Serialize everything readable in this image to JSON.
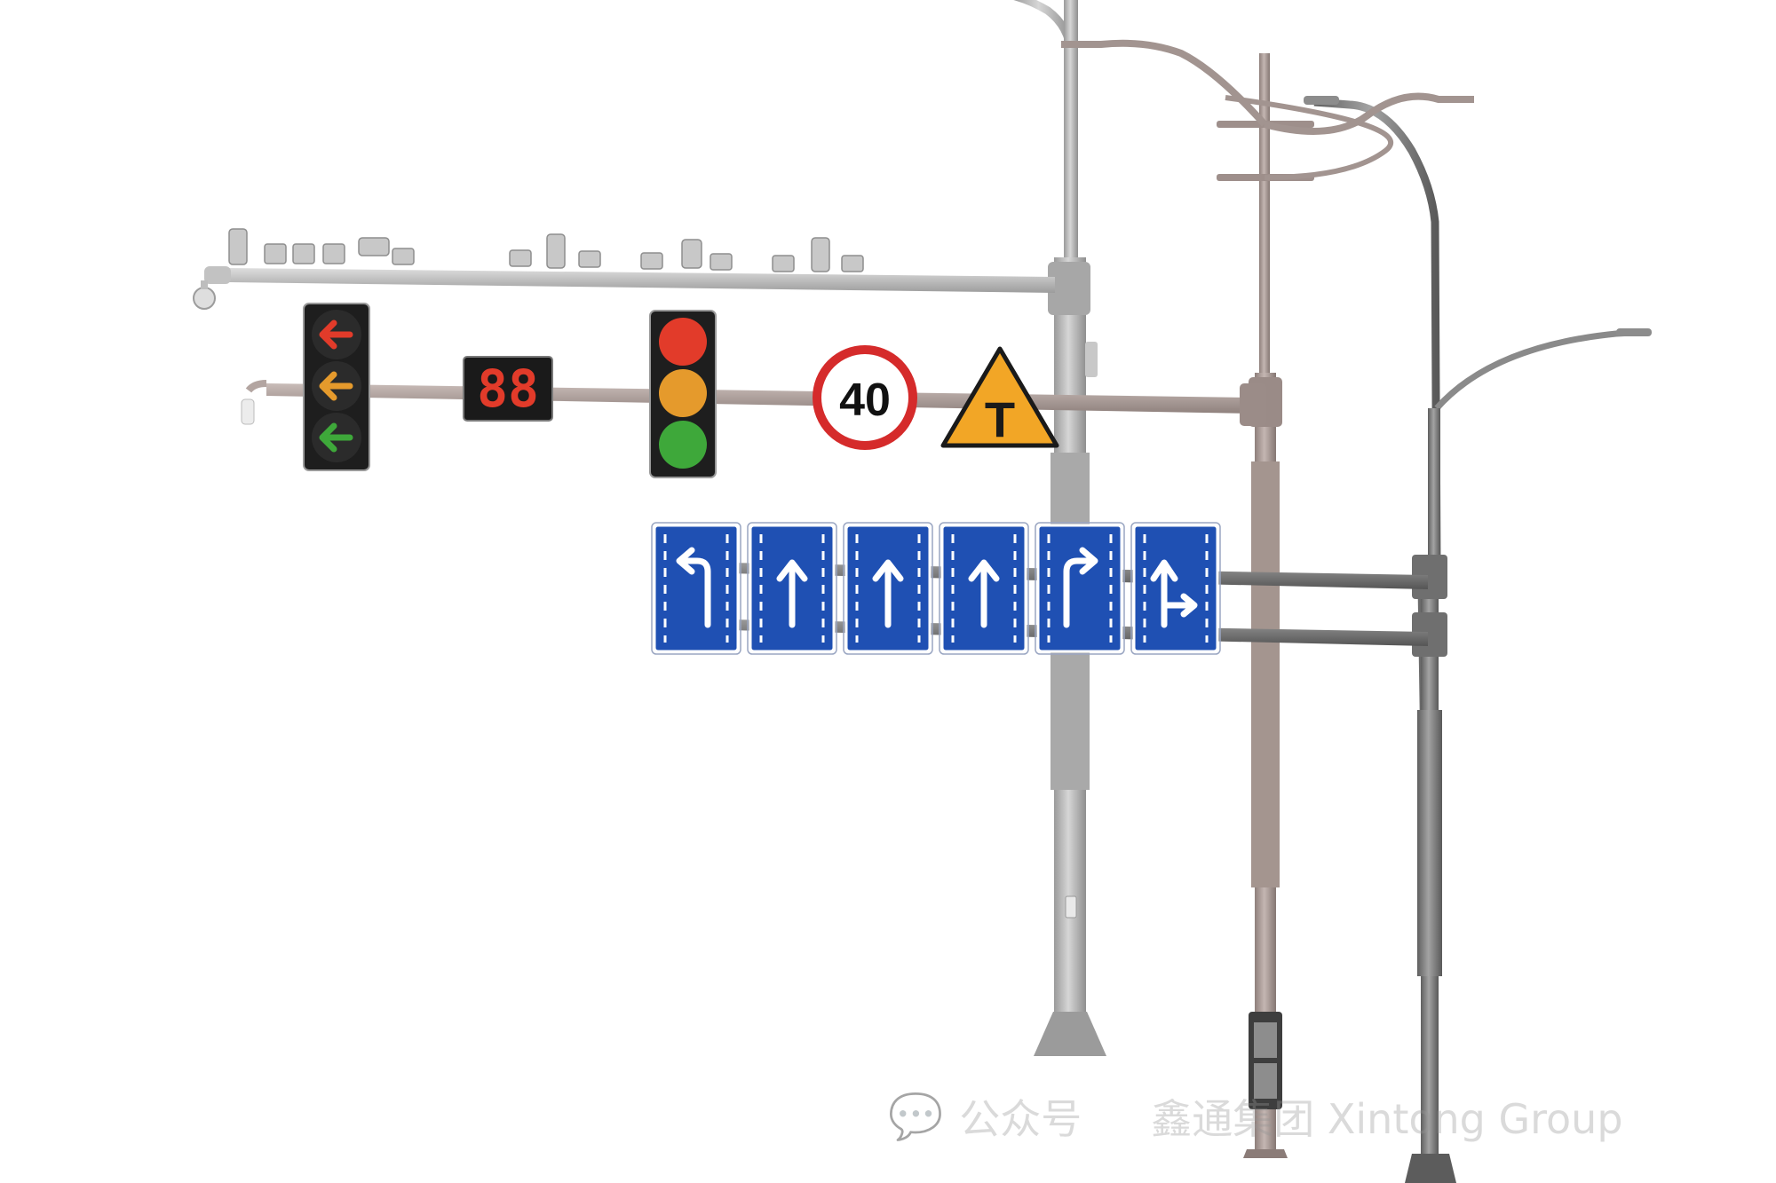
{
  "scene": {
    "colors": {
      "pole_gray": "#b8b8b8",
      "pole_pink": "#a89a96",
      "pole_dark": "#7d7d7d",
      "sign_blue": "#1f50b3",
      "signal_red": "#e23b2a",
      "signal_amber": "#e59a2c",
      "signal_green": "#3ea83a",
      "warning_yellow": "#f2a626"
    },
    "speed_limit_sign": {
      "value": "40"
    },
    "warning_sign": {
      "symbol": "T"
    },
    "countdown_display": {
      "digits": "88"
    },
    "left_arrow_signal": {
      "icons": [
        "arrow-left-icon",
        "arrow-left-icon",
        "arrow-left-icon"
      ]
    },
    "round_signal": {
      "lamps": [
        "red",
        "amber",
        "green"
      ]
    },
    "lane_signs": [
      {
        "icon": "lane-left-turn-icon"
      },
      {
        "icon": "lane-straight-icon"
      },
      {
        "icon": "lane-straight-icon"
      },
      {
        "icon": "lane-straight-icon"
      },
      {
        "icon": "lane-right-turn-icon"
      },
      {
        "icon": "lane-straight-right-icon"
      }
    ]
  },
  "watermark": {
    "account_label": "公众号",
    "brand": "鑫通集团 Xintong Group"
  }
}
